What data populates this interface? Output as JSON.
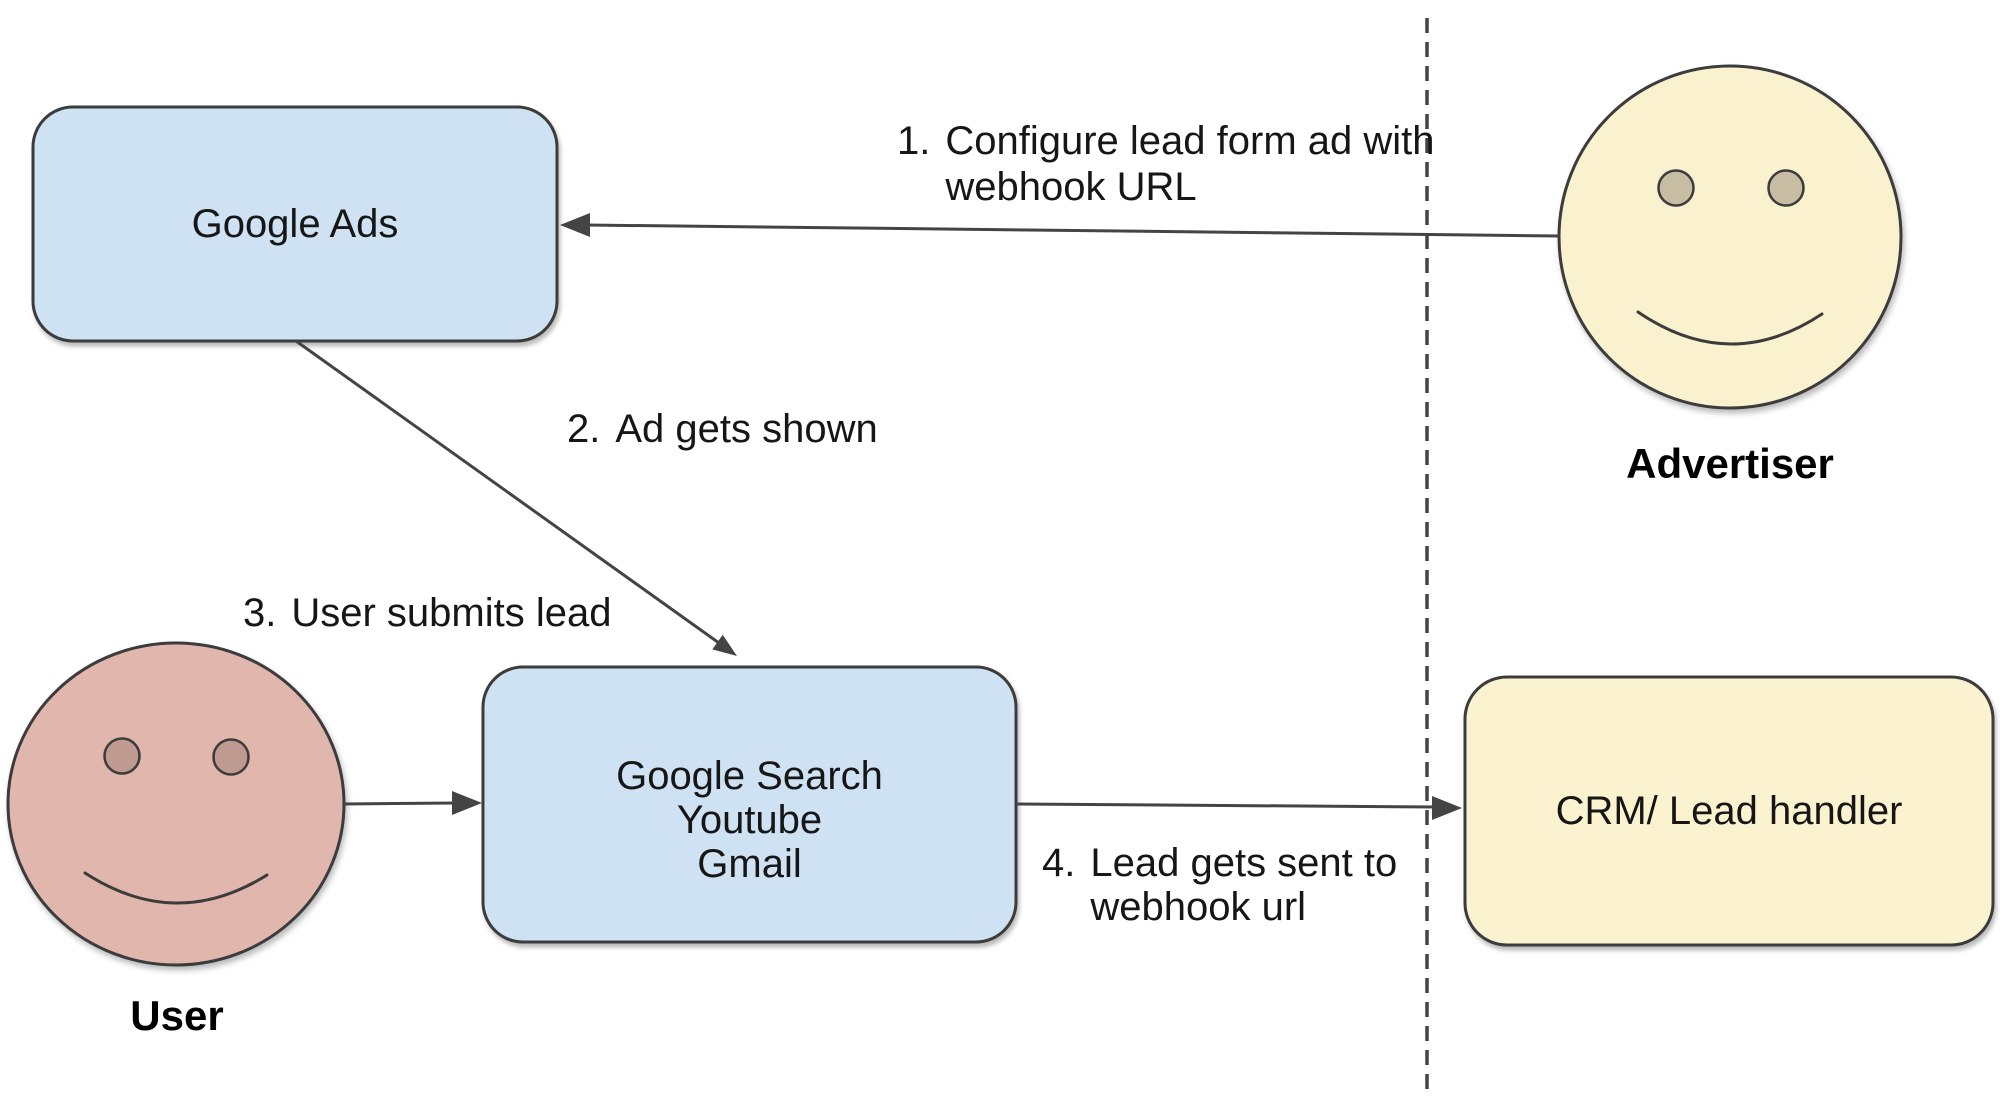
{
  "diagram": {
    "title_hint": "Google Ads lead form webhook flow",
    "nodes": {
      "google_ads": {
        "label": "Google Ads"
      },
      "google_surfaces": {
        "line1": "Google Search",
        "line2": "Youtube",
        "line3": "Gmail"
      },
      "crm": {
        "label": "CRM/ Lead handler"
      }
    },
    "actors": {
      "advertiser": {
        "label": "Advertiser"
      },
      "user": {
        "label": "User"
      }
    },
    "steps": [
      {
        "number": "1.",
        "line1": "Configure lead form ad with",
        "line2": "webhook URL",
        "from": "Advertiser",
        "to": "Google Ads"
      },
      {
        "number": "2.",
        "line1": "Ad gets shown",
        "from": "Google Ads",
        "to": "Google Search / Youtube / Gmail"
      },
      {
        "number": "3.",
        "line1": "User submits lead",
        "from": "User",
        "to": "Google Search / Youtube / Gmail"
      },
      {
        "number": "4.",
        "line1": "Lead gets sent to",
        "line2": "webhook url",
        "from": "Google Search / Youtube / Gmail",
        "to": "CRM/ Lead handler"
      }
    ],
    "colors": {
      "box_blue": "#cfe2f3",
      "box_yellow": "#fbf2cf",
      "face_yellow": "#faf1cf",
      "face_pink": "#e0b6ad",
      "eye_tan": "#c6bda2",
      "eye_pink": "#bf9a90",
      "stroke": "#3c3c3c",
      "line": "#444444",
      "text": "#161616"
    }
  }
}
